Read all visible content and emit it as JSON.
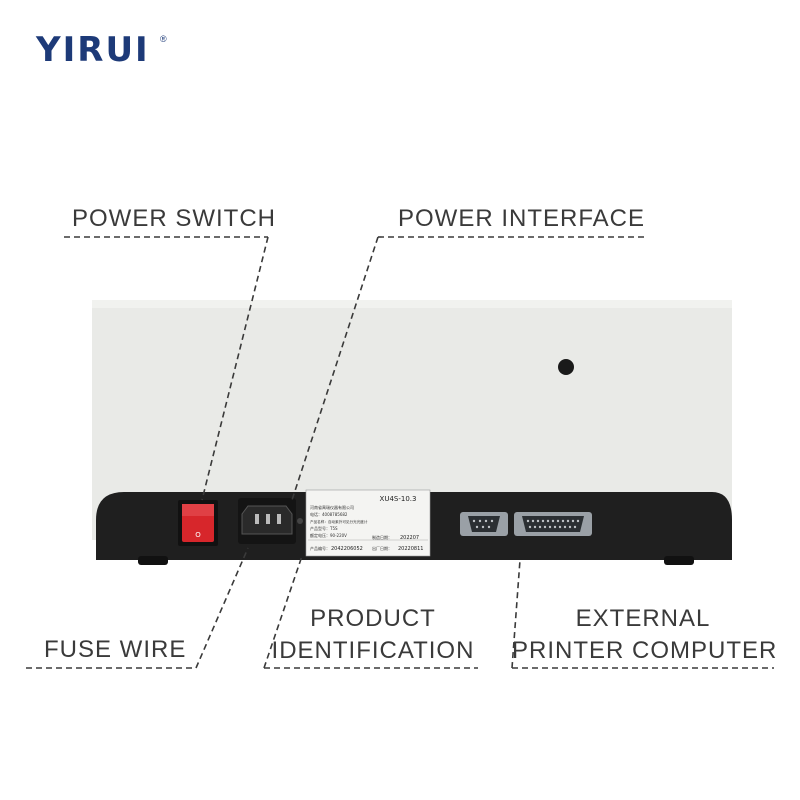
{
  "brand": {
    "name": "YIRUI",
    "registered_mark": "®",
    "color": "#1d3a78"
  },
  "callouts": {
    "power_switch": "POWER SWITCH",
    "power_interface": "POWER INTERFACE",
    "fuse_wire": "FUSE WIRE",
    "product_identification_line1": "PRODUCT",
    "product_identification_line2": "IDENTIFICATION",
    "external_line1": "EXTERNAL",
    "external_line2": "PRINTER COMPUTER"
  },
  "nameplate": {
    "model": "XU4S-10.3",
    "company": "河南省禹瑞仪器有限公司",
    "phone": "电话：4008785682",
    "product_name": "产品名称：自动紫外可见分光光度计",
    "product_model": "产品型号：T5S",
    "rated_voltage": "额定电压：90-220V",
    "serial_label": "产品编号：",
    "serial": "2042206052",
    "manufacture_date_label": "制造日期：",
    "manufacture_date": "202207",
    "factory_date_label": "出厂日期：",
    "factory_date": "20220811"
  },
  "colors": {
    "device_panel": "#e9eae7",
    "device_base": "#1f1f1f",
    "switch_red": "#d7262b",
    "label_text": "#3a3a3a"
  }
}
